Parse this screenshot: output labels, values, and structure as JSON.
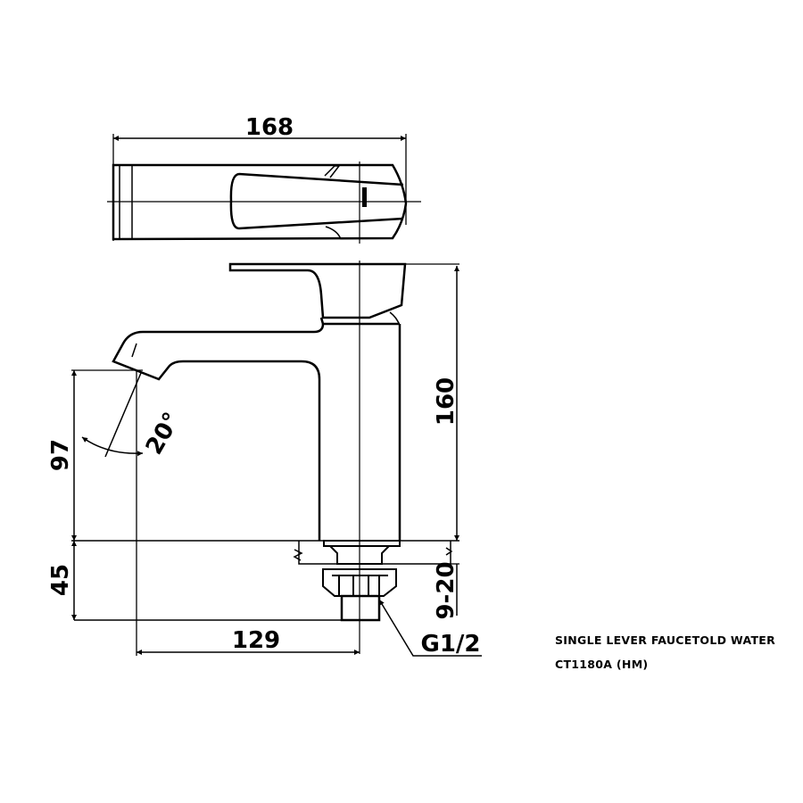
{
  "drawing": {
    "dimensions": {
      "overall_length": "168",
      "height": "160",
      "spout_height": "97",
      "shank_length": "45",
      "spout_reach": "129",
      "deck_thickness": "9-20",
      "connection": "G1/2",
      "spout_angle": "20°"
    },
    "title_block": {
      "line1": "SINGLE LEVER FAUCETOLD WATER",
      "line2": "CT1180A (HM)"
    },
    "line_color": "#000000",
    "background": "#ffffff"
  }
}
